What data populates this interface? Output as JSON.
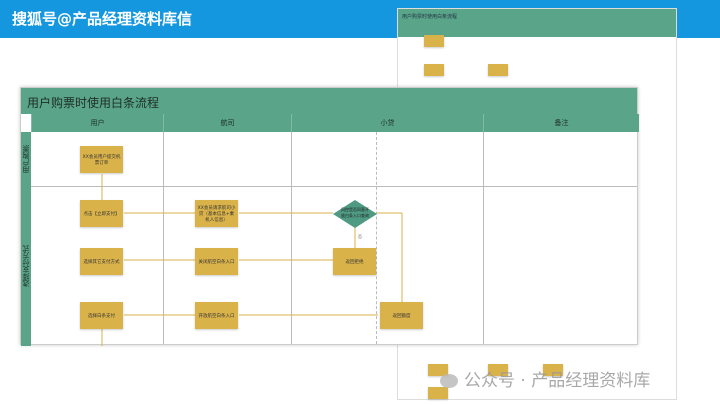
{
  "watermark_top": "搜狐号@产品经理资料库信",
  "watermark_bottom": "公众号 · 产品经理资料库",
  "watermark_icon": "wechat-icon",
  "diagram": {
    "title": "用户购票时使用白条流程",
    "columns": [
      "用户",
      "航司",
      "小贷",
      "备注"
    ],
    "lanes": [
      "用户购票",
      "选择支付方式"
    ],
    "nodes": {
      "submit_order": "XX会员用户提交机票订单",
      "click_pay": "点击【立即支付】",
      "request_loan": "XX会员请求航司小贷（基本信息+乘机人信息）",
      "decision": "风控是否同意开放白条入口查询",
      "decision_no": "否",
      "return_reject": "返回拒绝",
      "close_entry": "关闭航空白条入口",
      "other_pay": "选择其它支付方式",
      "return_quota": "返回额度",
      "open_entry": "开放航空白条入口",
      "choose_baitiao": "选择白条支付"
    }
  },
  "colors": {
    "header": "#5aa58a",
    "box": "#d9b24a",
    "band": "#1597df"
  }
}
